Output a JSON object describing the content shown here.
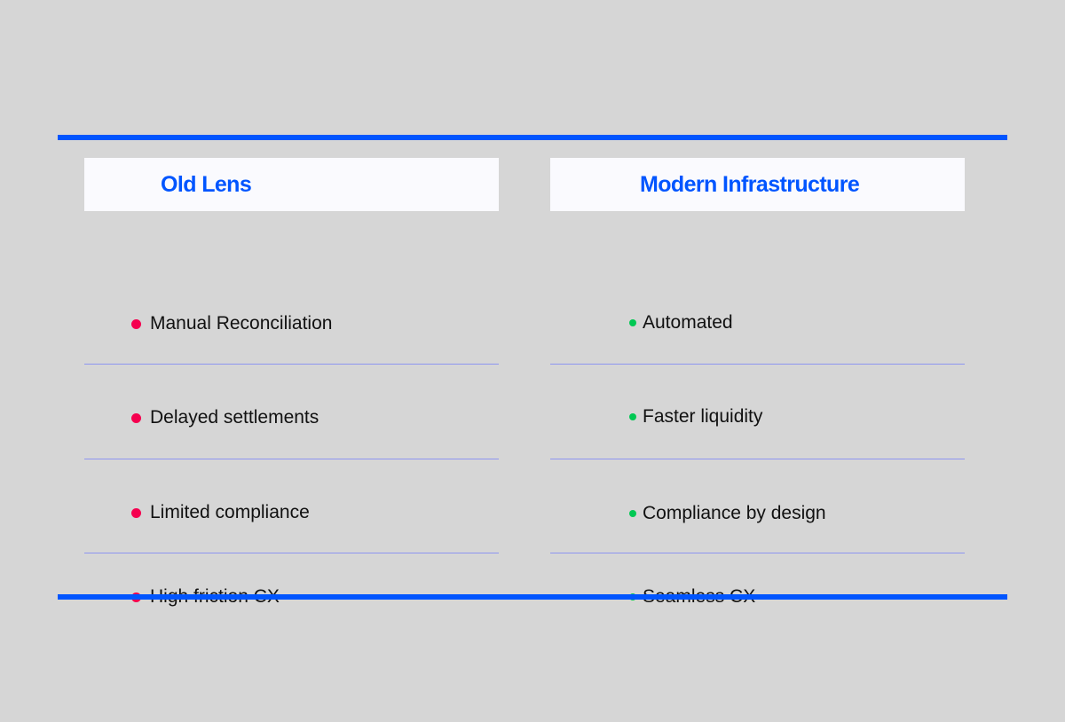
{
  "colors": {
    "accent": "#0055ff",
    "old_bullet": "#f5004f",
    "modern_bullet": "#00c853",
    "divider": "#8e95f0",
    "header_bg": "#fafafe",
    "page_bg": "#d6d6d6"
  },
  "old_lens": {
    "title": "Old Lens",
    "items": [
      "Manual Reconciliation",
      "Delayed settlements",
      "Limited compliance",
      "High friction CX"
    ]
  },
  "modern": {
    "title": "Modern Infrastructure",
    "items": [
      "Automated",
      "Faster liquidity",
      "Compliance by design",
      "Seamless CX"
    ]
  }
}
